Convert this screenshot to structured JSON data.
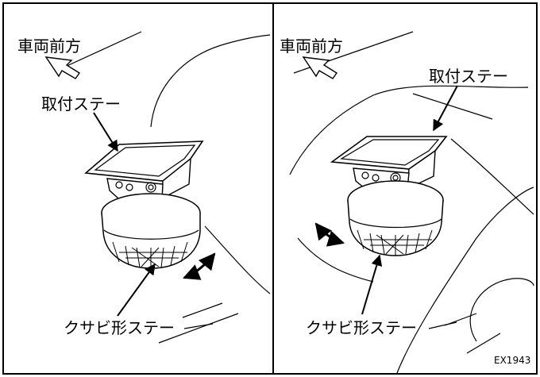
{
  "left_panel": {
    "direction_label": "車両前方",
    "bracket_label": "取付ステー",
    "wedge_label": "クサビ形ステー"
  },
  "right_panel": {
    "direction_label": "車両前方",
    "bracket_label": "取付ステー",
    "wedge_label": "クサビ形ステー",
    "figure_code": "EX1943"
  }
}
